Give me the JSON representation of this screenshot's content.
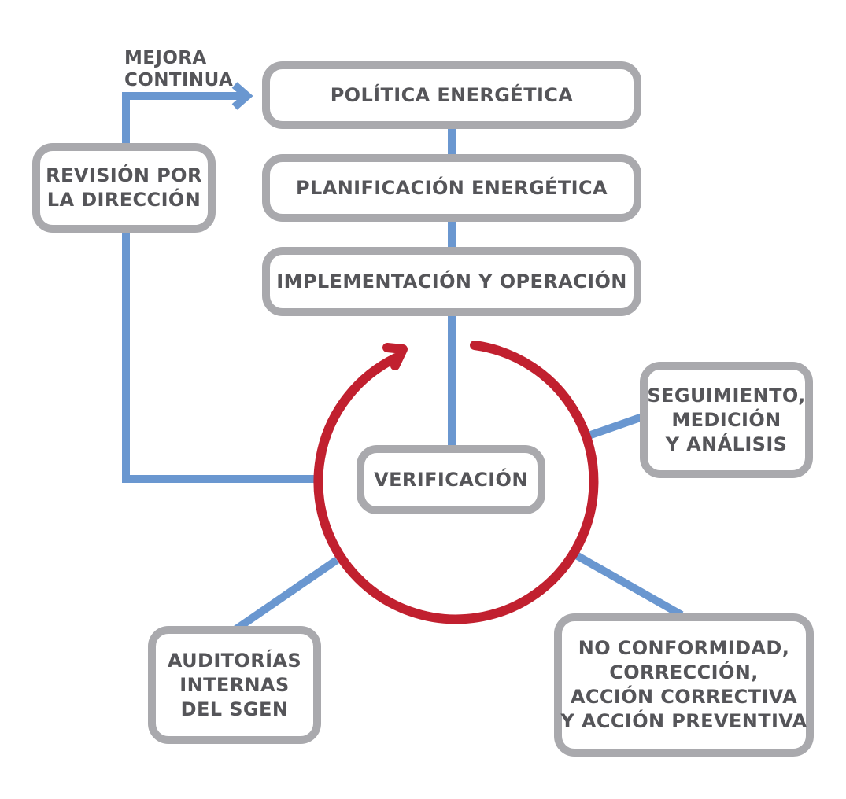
{
  "colors": {
    "connector": "#6a97d0",
    "cycle": "#c1202f",
    "box_border": "#a9a9ad",
    "text": "#555559"
  },
  "cycle_label": [
    "MEJORA",
    "CONTINUA"
  ],
  "nodes": {
    "politica": [
      "POLÍTICA ENERGÉTICA"
    ],
    "planificacion": [
      "PLANIFICACIÓN ENERGÉTICA"
    ],
    "implementacion": [
      "IMPLEMENTACIÓN Y OPERACIÓN"
    ],
    "verificacion": [
      "VERIFICACIÓN"
    ],
    "revision": [
      "REVISIÓN POR",
      "LA DIRECCIÓN"
    ],
    "seguimiento": [
      "SEGUIMIENTO,",
      "MEDICIÓN",
      "Y ANÁLISIS"
    ],
    "auditorias": [
      "AUDITORÍAS",
      "INTERNAS",
      "DEL SGEN"
    ],
    "no_conformidad": [
      "NO CONFORMIDAD,",
      "CORRECCIÓN,",
      "ACCIÓN CORRECTIVA",
      "Y ACCIÓN PREVENTIVA"
    ]
  }
}
